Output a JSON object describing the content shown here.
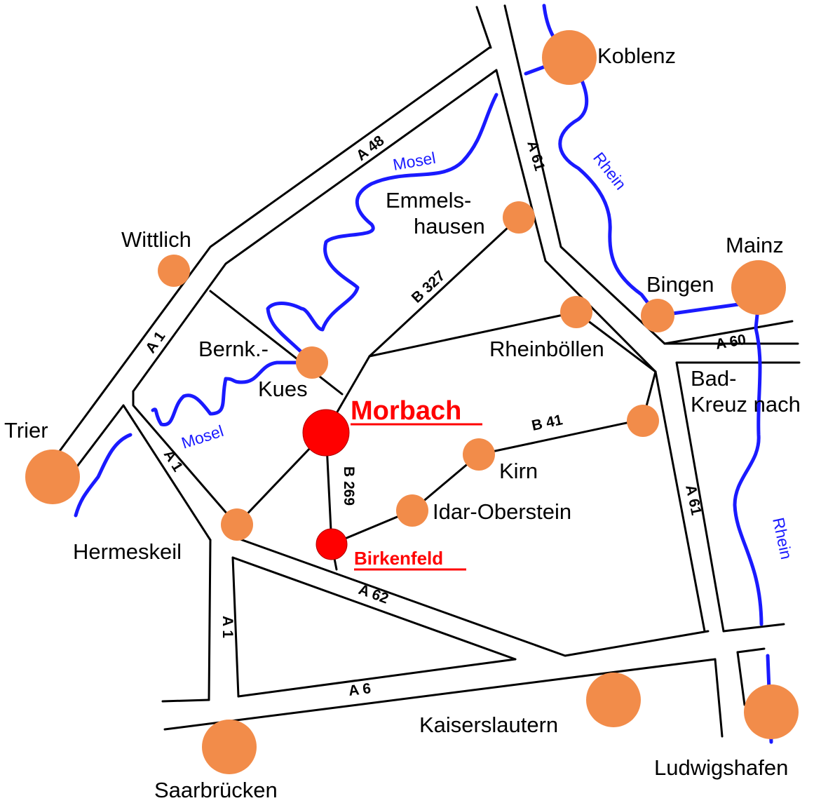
{
  "map": {
    "highlight_color": "#ff0000",
    "city_color": "#f28c4a",
    "river_color": "#1a1aff",
    "road_color": "#000000",
    "hubs": {
      "morbach": "Morbach",
      "birkenfeld": "Birkenfeld"
    },
    "cities": {
      "koblenz": "Koblenz",
      "mainz": "Mainz",
      "bingen": "Bingen",
      "wittlich": "Wittlich",
      "emmelshausen_1": "Emmels-",
      "emmelshausen_2": "hausen",
      "rheinboellen": "Rheinböllen",
      "bernkues_1": "Bernk.-",
      "bernkues_2": "Kues",
      "trier": "Trier",
      "bad_1": "Bad-",
      "bad_2": "Kreuz nach",
      "kirn": "Kirn",
      "idar": "Idar-Oberstein",
      "hermeskeil": "Hermeskeil",
      "kaiserslautern": "Kaiserslautern",
      "ludwigshafen": "Ludwigshafen",
      "saarbruecken": "Saarbrücken"
    },
    "roads": {
      "a48": "A 48",
      "a61_top": "A 61",
      "a61_bottom": "A 61",
      "b327": "B 327",
      "a1_top": "A 1",
      "a1_mid": "A 1",
      "a1_bottom": "A 1",
      "a60": "A 60",
      "b41": "B 41",
      "b269": "B 269",
      "a62": "A 62",
      "a6": "A 6"
    },
    "rivers": {
      "mosel_top": "Mosel",
      "mosel_bottom": "Mosel",
      "rhein_top": "Rhein",
      "rhein_bottom": "Rhein"
    }
  }
}
